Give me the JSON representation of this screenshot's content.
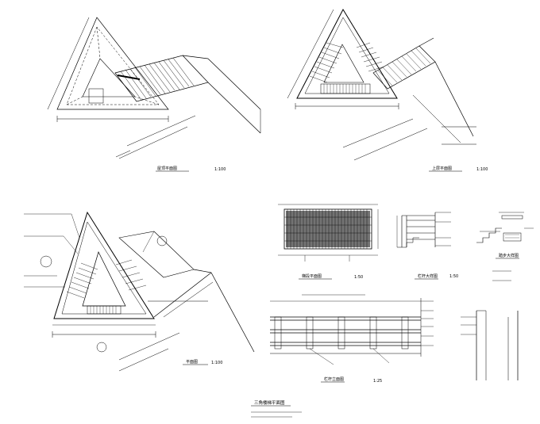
{
  "sheet": {
    "roof_plan": {
      "title": "屋顶平面图",
      "scale": "1:100"
    },
    "upper_plan": {
      "title": "上层平面图",
      "scale": "1:100"
    },
    "ground_plan": {
      "title": "平面图",
      "scale": "1:100"
    },
    "stair_plan": {
      "title": "梯段平面图",
      "scale": "1:50"
    },
    "railing_detail": {
      "title": "栏杆大样图",
      "scale": "1:50"
    },
    "step_detail": {
      "title": "踏步大样图"
    },
    "railing_elevation": {
      "title": "栏杆立面图",
      "scale": "1:25"
    },
    "project_title": "三角楼梯平面图"
  }
}
